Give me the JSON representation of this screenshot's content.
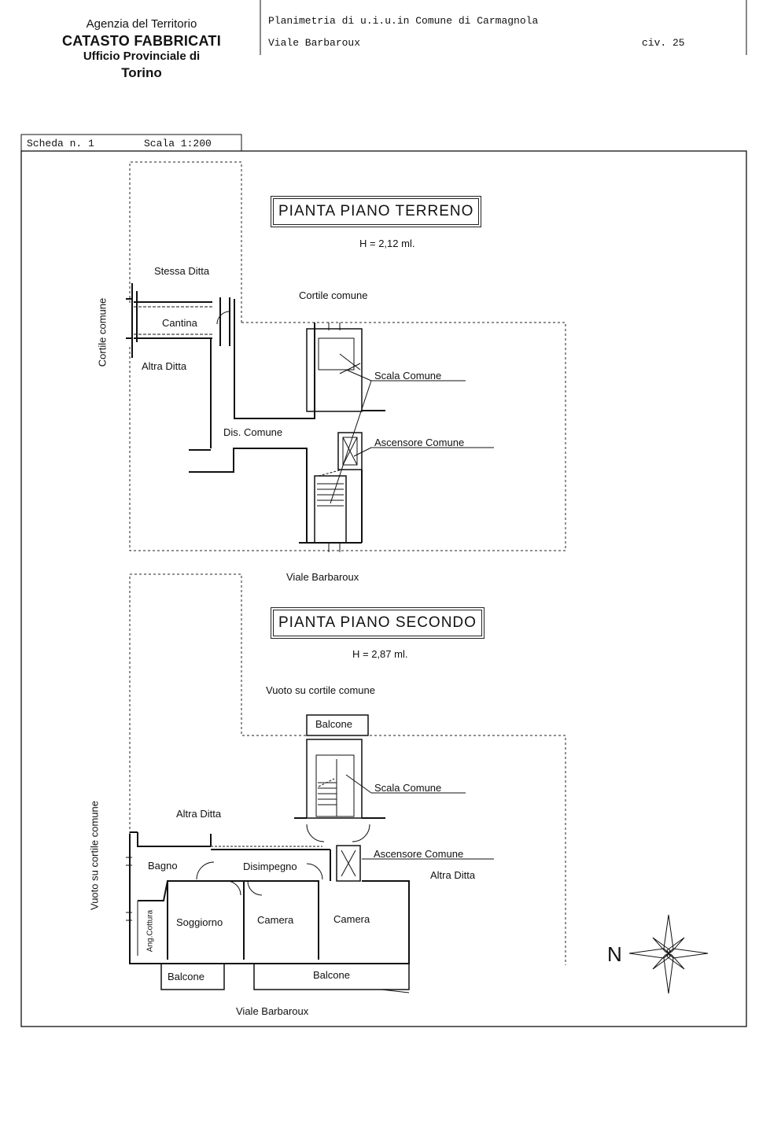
{
  "header": {
    "agency": "Agenzia del Territorio",
    "registry": "CATASTO FABBRICATI",
    "office": "Ufficio Provinciale di",
    "city": "Torino",
    "plan_line": "Planimetria di u.i.u.in Comune di Carmagnola",
    "street": "Viale Barbaroux",
    "civic": "civ. 25"
  },
  "sheet": {
    "scheda": "Scheda n. 1",
    "scala": "Scala 1:200"
  },
  "ground_floor": {
    "title": "PIANTA   PIANO  TERRENO",
    "height": "H = 2,12 ml.",
    "labels": {
      "stessa_ditta": "Stessa Ditta",
      "cortile_comune_top": "Cortile comune",
      "cortile_comune_side": "Cortile comune",
      "cantina": "Cantina",
      "altra_ditta": "Altra Ditta",
      "scala_comune": "Scala Comune",
      "dis_comune": "Dis. Comune",
      "ascensore_comune": "Ascensore Comune",
      "street": "Viale Barbaroux"
    }
  },
  "second_floor": {
    "title": "PIANTA   PIANO  SECONDO",
    "height": "H = 2,87 ml.",
    "labels": {
      "vuoto_top": "Vuoto su cortile comune",
      "vuoto_side": "Vuoto su cortile comune",
      "balcone_top": "Balcone",
      "scala_comune": "Scala Comune",
      "altra_ditta_left": "Altra Ditta",
      "ascensore_comune": "Ascensore Comune",
      "altra_ditta_right": "Altra Ditta",
      "bagno": "Bagno",
      "disimpegno": "Disimpegno",
      "soggiorno": "Soggiorno",
      "ang_cottura": "Ang.Cottura",
      "camera_1": "Camera",
      "camera_2": "Camera",
      "balcone_left": "Balcone",
      "balcone_right": "Balcone",
      "street": "Viale Barbaroux"
    }
  },
  "compass": {
    "north": "N",
    "icon": "compass-rose-icon"
  }
}
